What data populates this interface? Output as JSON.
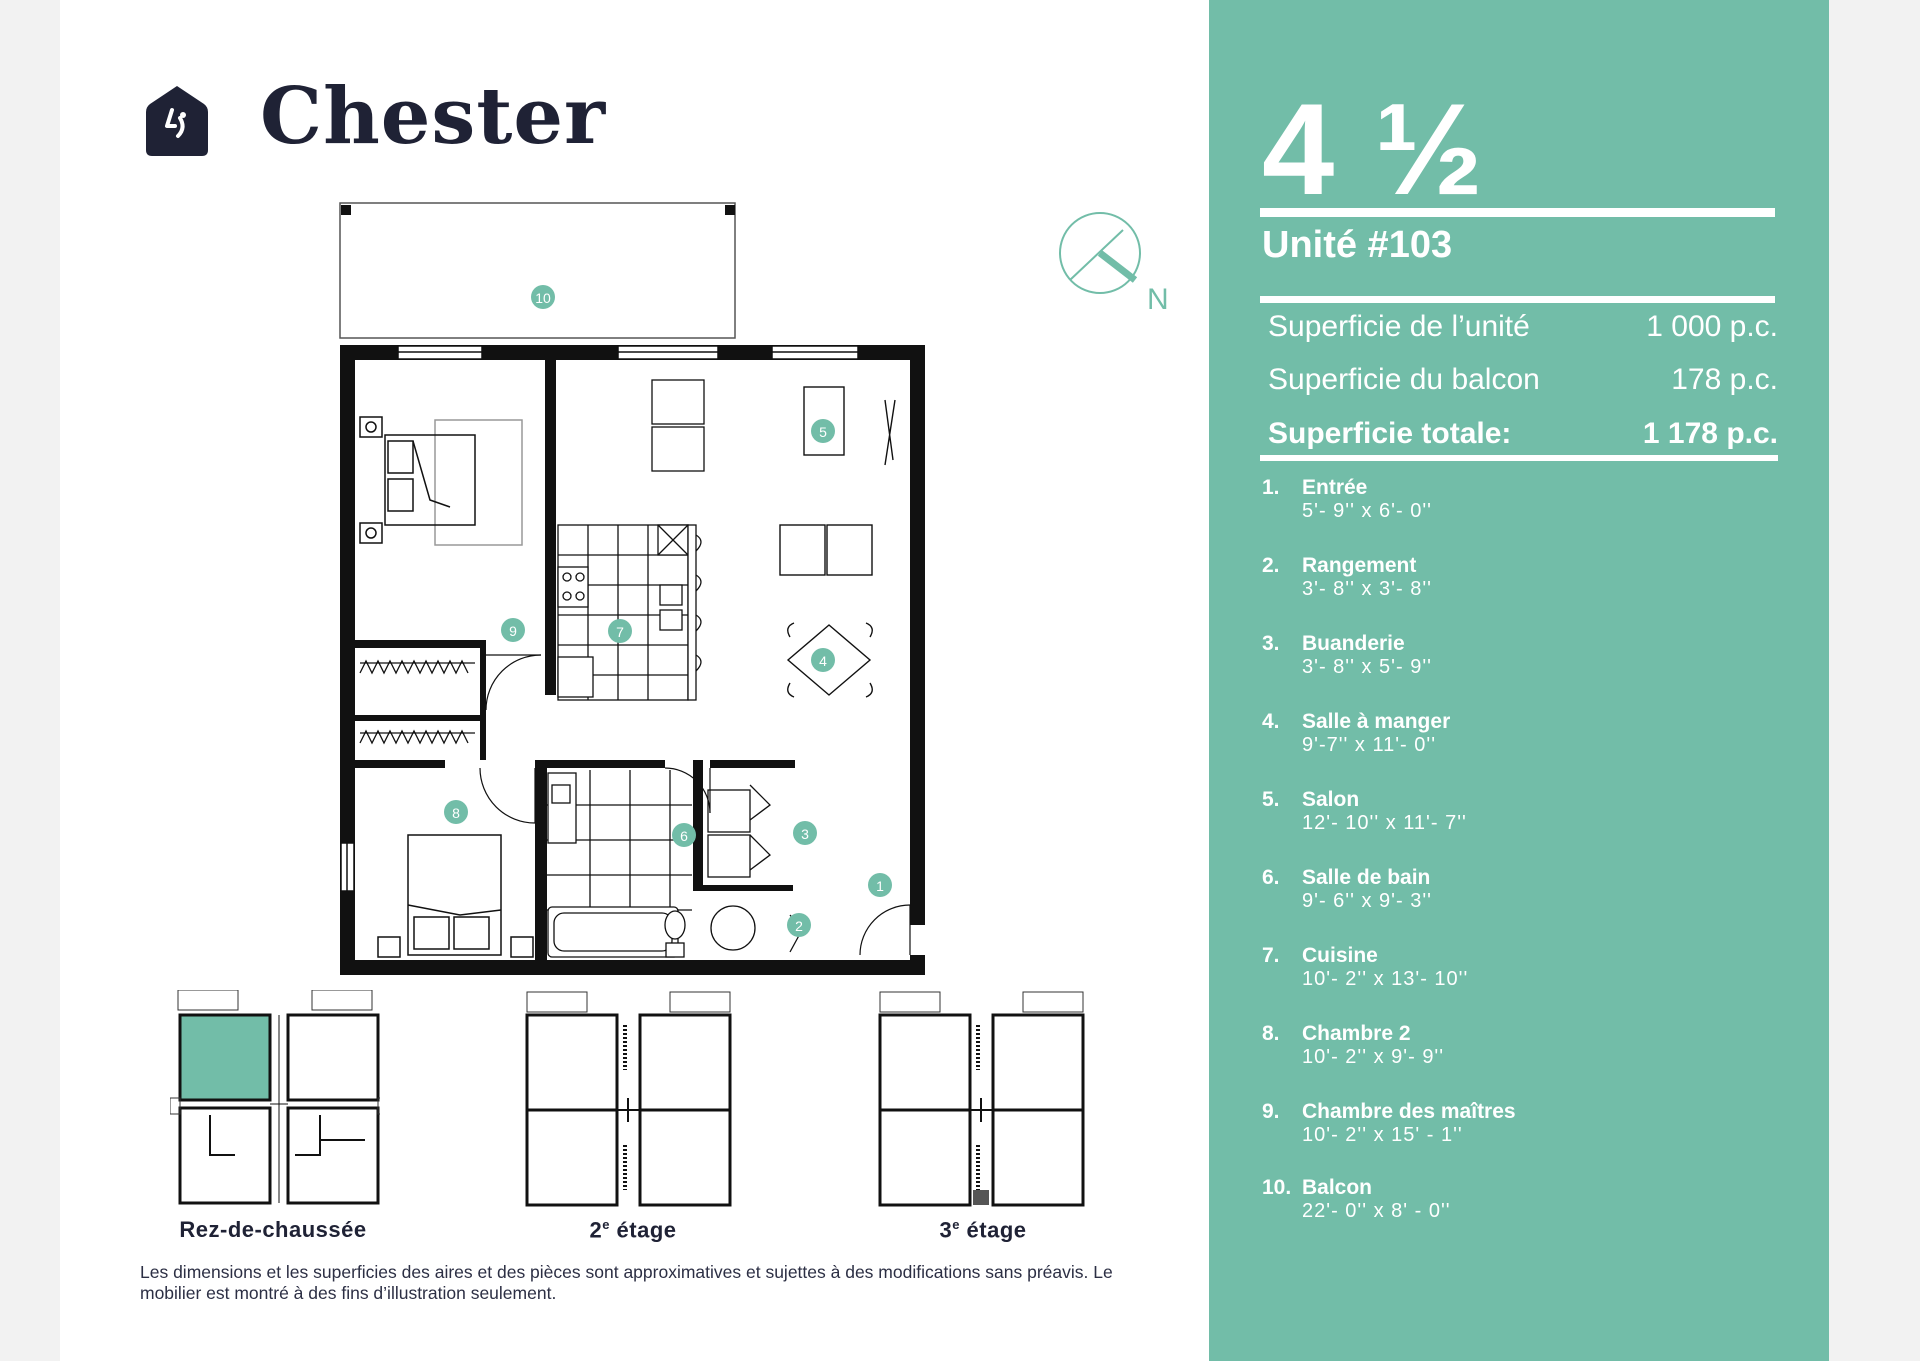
{
  "brand": {
    "name": "Chester",
    "logo_icon": "house-smile-icon"
  },
  "plan": {
    "labels": [
      "1",
      "2",
      "3",
      "4",
      "5",
      "6",
      "7",
      "8",
      "9",
      "10"
    ],
    "north": "N"
  },
  "floors": [
    {
      "label": "Rez-de-chaussée"
    },
    {
      "label": "2e étage",
      "num": "2",
      "sup": "e",
      "rest": " étage"
    },
    {
      "label": "3e étage",
      "num": "3",
      "sup": "e",
      "rest": " étage"
    }
  ],
  "disclaimer": "Les dimensions et les superficies des aires et des pièces sont approximatives et sujettes à des modifications sans préavis. Le mobilier est montré à des fins d’illustration seulement.",
  "unit": {
    "type": "4 ½",
    "number": "Unité #103",
    "areas": [
      {
        "label": "Superficie de l’unité",
        "value": "1 000 p.c."
      },
      {
        "label": "Superficie du balcon",
        "value": "178 p.c."
      },
      {
        "label": "Superficie totale:",
        "value": "1 178 p.c."
      }
    ],
    "rooms": [
      {
        "no": "1.",
        "name": "Entrée",
        "dims": "5'- 9'' x 6'- 0''"
      },
      {
        "no": "2.",
        "name": "Rangement",
        "dims": "3'- 8'' x  3'- 8''"
      },
      {
        "no": "3.",
        "name": "Buanderie",
        "dims": "3'- 8'' x  5'- 9''"
      },
      {
        "no": "4.",
        "name": "Salle à manger",
        "dims": "9'-7'' x 11'- 0''"
      },
      {
        "no": "5.",
        "name": "Salon",
        "dims": "12'- 10'' x 11'- 7''"
      },
      {
        "no": "6.",
        "name": "Salle de bain",
        "dims": "9'- 6'' x  9'- 3''"
      },
      {
        "no": "7.",
        "name": "Cuisine",
        "dims": "10'- 2'' x 13'- 10''"
      },
      {
        "no": "8.",
        "name": "Chambre 2",
        "dims": "10'- 2'' x 9'- 9''"
      },
      {
        "no": "9.",
        "name": "Chambre des maîtres",
        "dims": "10'- 2'' x 15' - 1''"
      },
      {
        "no": "10.",
        "name": "Balcon",
        "dims": "22'- 0'' x 8' - 0''"
      }
    ]
  },
  "colors": {
    "accent": "#72bda8",
    "dark": "#1f2235",
    "wall": "#111111"
  }
}
